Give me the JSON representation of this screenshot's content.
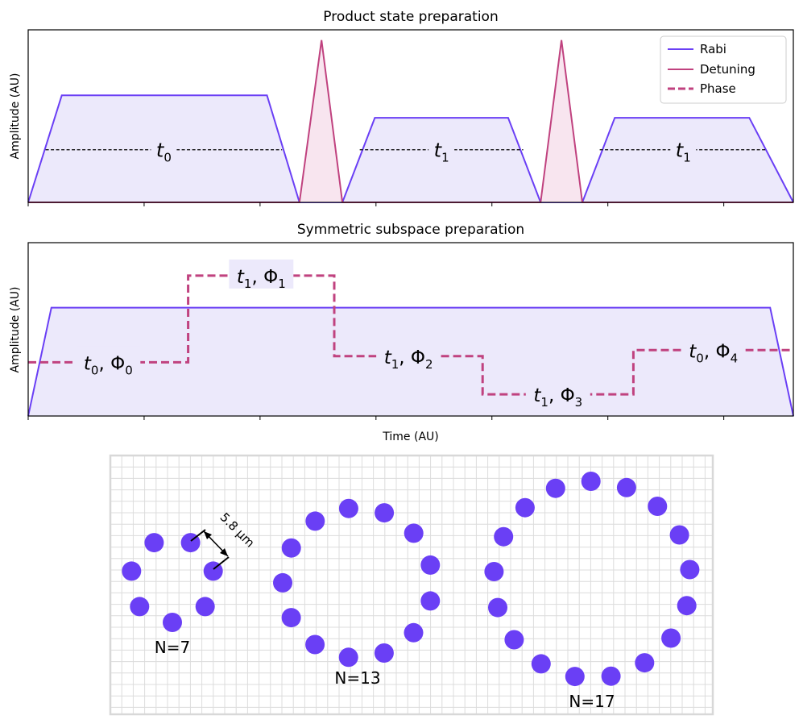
{
  "chart_data": [
    {
      "type": "line",
      "title": "Product state preparation",
      "ylabel": "Amplitude (AU)",
      "xlabel": "",
      "xlim": [
        0,
        6.6
      ],
      "ylim": [
        0,
        1.0
      ],
      "grid": false,
      "legend": {
        "placement": "top-right",
        "entries": [
          "Rabi",
          "Detuning",
          "Phase"
        ]
      },
      "series": [
        {
          "name": "Rabi",
          "color": "#6a3ff5",
          "fill": "#ece9fb",
          "x": [
            0,
            0.29,
            2.06,
            2.34,
            2.71,
            2.99,
            4.14,
            4.42,
            4.78,
            5.06,
            6.22,
            6.6
          ],
          "y": [
            0,
            0.62,
            0.62,
            0,
            0,
            0.49,
            0.49,
            0,
            0,
            0.49,
            0.49,
            0
          ]
        },
        {
          "name": "Detuning",
          "color": "#c0427f",
          "fill": "#f8e5ef",
          "x": [
            0,
            2.34,
            2.53,
            2.71,
            4.42,
            4.6,
            4.78,
            6.6
          ],
          "y": [
            0,
            0,
            0.94,
            0,
            0,
            0.94,
            0,
            0
          ]
        }
      ],
      "duration_markers": [
        {
          "label": "t",
          "sub": "0",
          "x": [
            0.15,
            2.19
          ],
          "y": 0.305
        },
        {
          "label": "t",
          "sub": "1",
          "x": [
            2.86,
            4.27
          ],
          "y": 0.305
        },
        {
          "label": "t",
          "sub": "1",
          "x": [
            4.93,
            6.37
          ],
          "y": 0.305
        }
      ]
    },
    {
      "type": "line",
      "title": "Symmetric subspace preparation",
      "ylabel": "Amplitude (AU)",
      "xlabel": "Time (AU)",
      "xlim": [
        0,
        6.6
      ],
      "ylim": [
        0,
        1.0
      ],
      "grid": false,
      "series": [
        {
          "name": "Rabi",
          "color": "#6a3ff5",
          "fill": "#ece9fb",
          "x": [
            0,
            0.2,
            6.4,
            6.6
          ],
          "y": [
            0,
            0.625,
            0.625,
            0
          ]
        },
        {
          "name": "Phase",
          "color": "#c0427f",
          "style": "dashed",
          "x": [
            0,
            1.38,
            1.38,
            2.64,
            2.64,
            3.92,
            3.92,
            5.22,
            5.22,
            6.6
          ],
          "y": [
            0.31,
            0.31,
            0.81,
            0.81,
            0.345,
            0.345,
            0.125,
            0.125,
            0.38,
            0.38
          ]
        }
      ],
      "phase_labels": [
        {
          "label": "t",
          "sub": "0",
          "phi": "Φ",
          "phisub": "0",
          "x": 0.69,
          "y": 0.31
        },
        {
          "label": "t",
          "sub": "1",
          "phi": "Φ",
          "phisub": "1",
          "x": 2.01,
          "y": 0.81
        },
        {
          "label": "t",
          "sub": "1",
          "phi": "Φ",
          "phisub": "2",
          "x": 3.28,
          "y": 0.345
        },
        {
          "label": "t",
          "sub": "1",
          "phi": "Φ",
          "phisub": "3",
          "x": 4.57,
          "y": 0.125
        },
        {
          "label": "t",
          "sub": "0",
          "phi": "Φ",
          "phisub": "4",
          "x": 5.91,
          "y": 0.38
        }
      ]
    }
  ],
  "atom_arrays": {
    "color": "#6a3ff5",
    "grid_color": "#dcdcdc",
    "rings": [
      {
        "label": "N=7",
        "n": 7,
        "center_cm": [
          214,
          720
        ],
        "radius": 52,
        "start_deg": 90
      },
      {
        "label": "N=13",
        "n": 13,
        "center_cm": [
          444,
          723
        ],
        "radius": 93,
        "start_deg": 97
      },
      {
        "label": "N=17",
        "n": 17,
        "center_cm": [
          735,
          719
        ],
        "radius": 122,
        "start_deg": 100
      }
    ],
    "scale_label": "5.8 μm"
  }
}
